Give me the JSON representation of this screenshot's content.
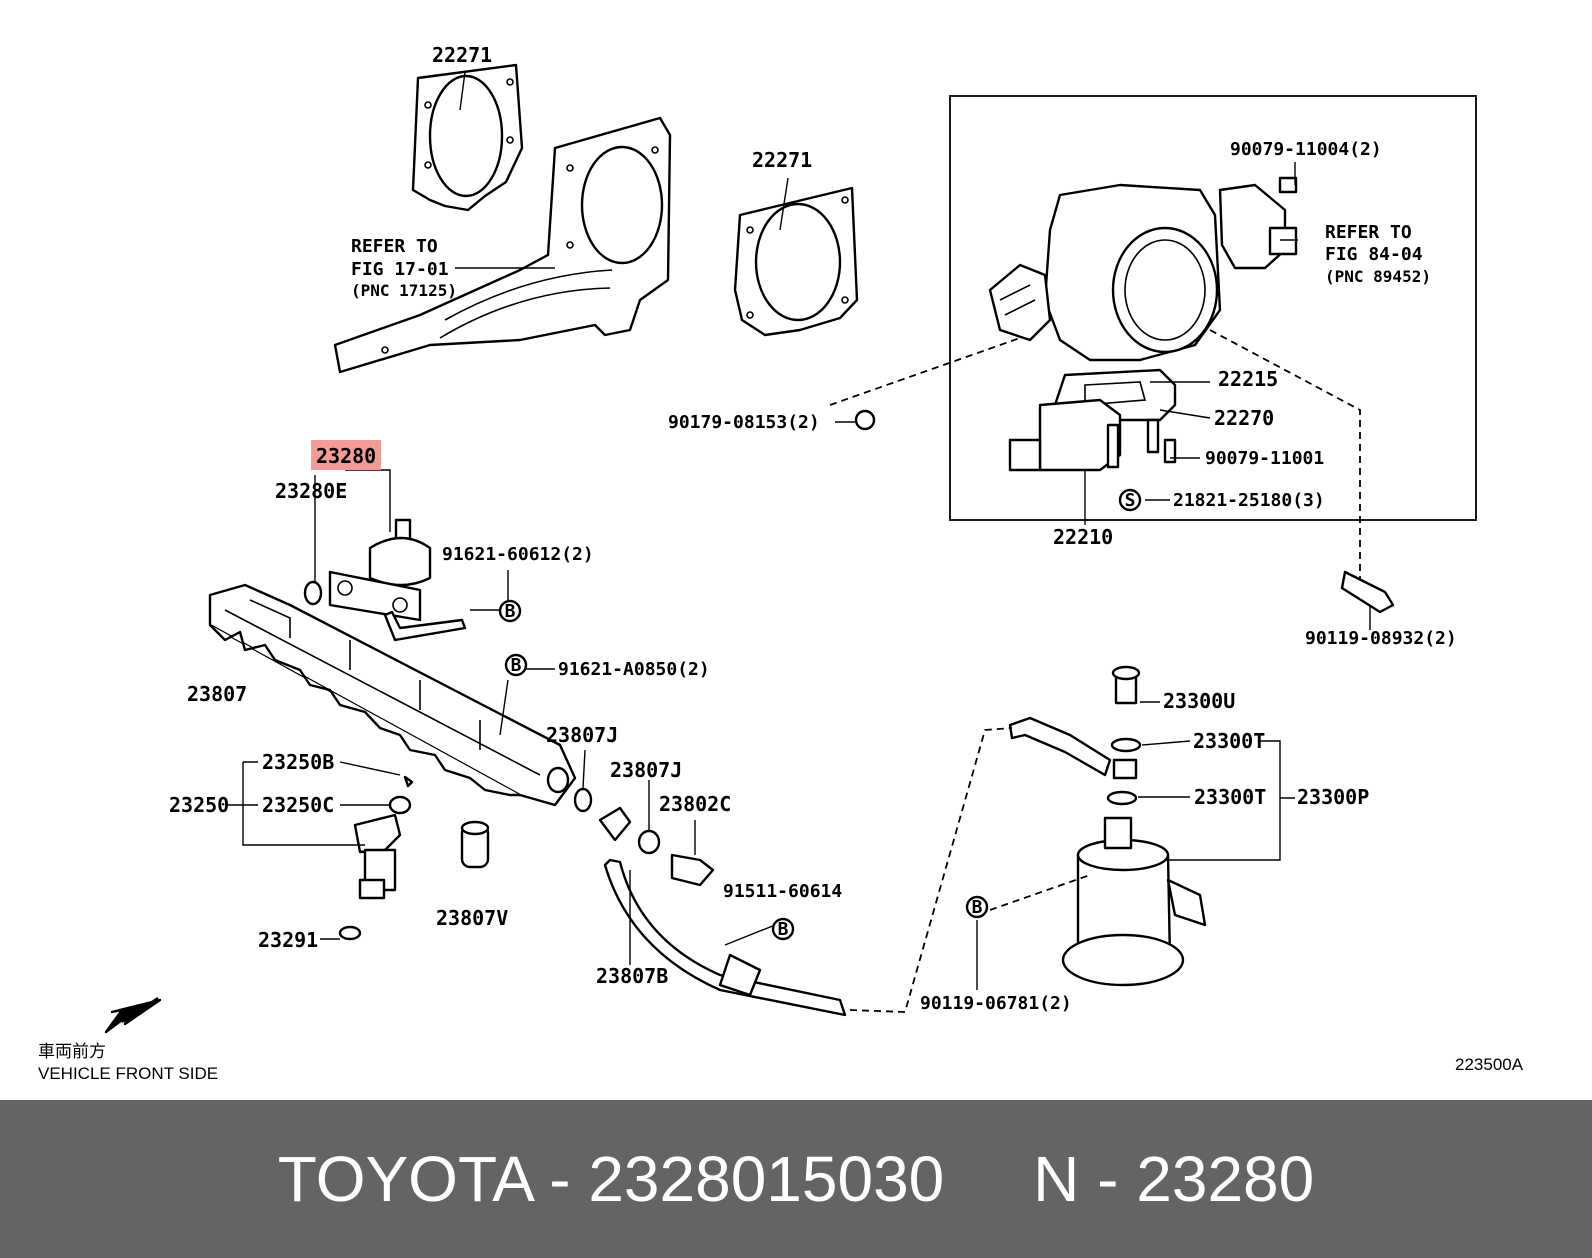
{
  "diagram": {
    "labels": {
      "p22271_top": "22271",
      "p22271_mid": "22271",
      "refer1_l1": "REFER TO",
      "refer1_l2": "FIG 17-01",
      "refer1_l3": "(PNC 17125)",
      "p90079_11004": "90079-11004(2)",
      "refer2_l1": "REFER TO",
      "refer2_l2": "FIG 84-04",
      "refer2_l3": "(PNC 89452)",
      "p22215": "22215",
      "p90179": "90179-08153(2)",
      "p22270": "22270",
      "p90079_11001": "90079-11001",
      "p21821": "21821-25180(3)",
      "p22210": "22210",
      "p23280": "23280",
      "p23280E": "23280E",
      "p91621_60612": "91621-60612(2)",
      "p90119_08932": "90119-08932(2)",
      "p91621_A0850": "91621-A0850(2)",
      "p23807": "23807",
      "p23300U": "23300U",
      "p23807J_a": "23807J",
      "p23300T_a": "23300T",
      "p23250B": "23250B",
      "p23807J_b": "23807J",
      "p23250": "23250",
      "p23250C": "23250C",
      "p23802C": "23802C",
      "p23300T_b": "23300T",
      "p23300P": "23300P",
      "p91511": "91511-60614",
      "p23807V": "23807V",
      "p23291": "23291",
      "p23807B": "23807B",
      "p90119_06781": "90119-06781(2)",
      "front_jp": "車両前方",
      "front_en": "VEHICLE FRONT SIDE",
      "fig_code": "223500A",
      "mark_s": "S",
      "mark_b": "B"
    },
    "highlight_color": "#f29b97"
  },
  "footer": {
    "text": "TOYOTA - 2328015030     N - 23280",
    "background": "#646464",
    "text_color": "#ffffff"
  }
}
